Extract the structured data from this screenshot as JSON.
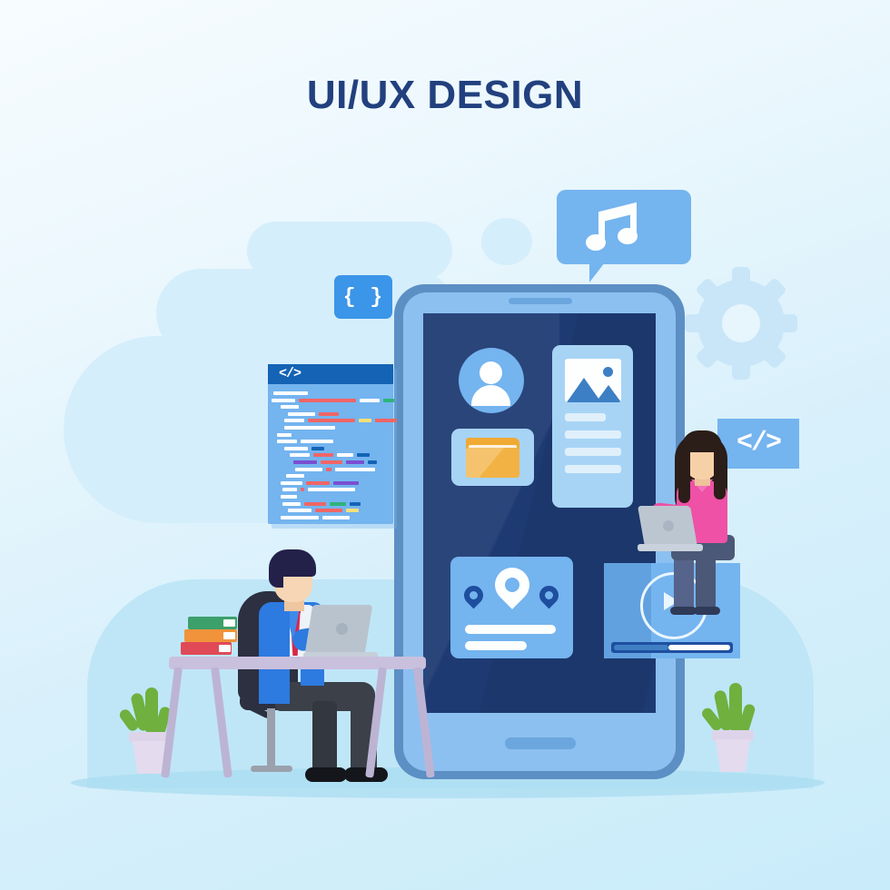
{
  "page": {
    "title": "UI/UX DESIGN",
    "theme": {
      "background_top": "#f7fcff",
      "background_bottom": "#c9ecfa",
      "title_color": "#22407e",
      "accent_blue": "#3b95e8",
      "light_blue": "#74b4ef",
      "screen_navy": "#1e3a72",
      "folder_orange": "#f2b244",
      "tie_red": "#d8264b",
      "blouse_pink": "#ee51a5",
      "plant_green": "#6fb03f"
    }
  },
  "badges": {
    "braces": "{ }",
    "code_tag": "</>",
    "editor_tag": "</>"
  },
  "phone": {
    "name": "smartphone-mockup",
    "widgets": {
      "avatar": "profile-avatar",
      "folder": "folder-card",
      "image_card": "image-article-card",
      "map_card": "map-location-card",
      "video_card": "video-player-card"
    },
    "video_progress_percent": 45
  },
  "code_editor": {
    "header_label": "</>",
    "lines": [
      [
        {
          "w": 38,
          "c": "#ffffff"
        }
      ],
      [
        {
          "w": 26,
          "c": "#ffffff"
        },
        {
          "w": 63,
          "c": "#f06565"
        },
        {
          "w": 22,
          "c": "#ffffff"
        },
        {
          "w": 12,
          "c": "#2fb37a"
        }
      ],
      [
        {
          "w": 20,
          "c": "#ffffff"
        }
      ],
      [
        {
          "w": 30,
          "c": "#ffffff"
        },
        {
          "w": 22,
          "c": "#f06565"
        }
      ],
      [
        {
          "w": 22,
          "c": "#ffffff"
        },
        {
          "w": 52,
          "c": "#f06565"
        },
        {
          "w": 14,
          "c": "#f3e07a"
        },
        {
          "w": 24,
          "c": "#f06565"
        }
      ],
      [
        {
          "w": 56,
          "c": "#ffffff"
        }
      ],
      [
        {
          "w": 16,
          "c": "#ffffff"
        }
      ],
      [
        {
          "w": 22,
          "c": "#ffffff"
        },
        {
          "w": 36,
          "c": "#ffffff"
        }
      ],
      [
        {
          "w": 26,
          "c": "#ffffff"
        },
        {
          "w": 14,
          "c": "#1463b5"
        }
      ],
      [
        {
          "w": 22,
          "c": "#ffffff"
        },
        {
          "w": 22,
          "c": "#f06565"
        },
        {
          "w": 18,
          "c": "#ffffff"
        },
        {
          "w": 14,
          "c": "#1463b5"
        }
      ],
      [
        {
          "w": 26,
          "c": "#7b4fd0"
        },
        {
          "w": 24,
          "c": "#f06565"
        },
        {
          "w": 20,
          "c": "#7b4fd0"
        },
        {
          "w": 10,
          "c": "#1463b5"
        }
      ],
      [
        {
          "w": 30,
          "c": "#ffffff"
        },
        {
          "w": 6,
          "c": "#f06565"
        },
        {
          "w": 44,
          "c": "#ffffff"
        }
      ],
      [
        {
          "w": 20,
          "c": "#ffffff"
        }
      ],
      [
        {
          "w": 24,
          "c": "#ffffff"
        },
        {
          "w": 26,
          "c": "#f06565"
        },
        {
          "w": 28,
          "c": "#7b4fd0"
        }
      ],
      [
        {
          "w": 16,
          "c": "#ffffff"
        },
        {
          "w": 4,
          "c": "#f06565"
        },
        {
          "w": 52,
          "c": "#ffffff"
        }
      ],
      [
        {
          "w": 18,
          "c": "#ffffff"
        }
      ],
      [
        {
          "w": 20,
          "c": "#ffffff"
        },
        {
          "w": 24,
          "c": "#f06565"
        },
        {
          "w": 18,
          "c": "#2fb37a"
        },
        {
          "w": 12,
          "c": "#1463b5"
        }
      ],
      [
        {
          "w": 26,
          "c": "#ffffff"
        },
        {
          "w": 30,
          "c": "#f06565"
        },
        {
          "w": 14,
          "c": "#f3e07a"
        }
      ],
      [
        {
          "w": 42,
          "c": "#ffffff"
        },
        {
          "w": 30,
          "c": "#ffffff"
        }
      ]
    ]
  },
  "characters": {
    "man": {
      "name": "man-working-at-desk",
      "outfit": "blue-suit-red-tie",
      "device": "laptop"
    },
    "woman": {
      "name": "woman-with-laptop",
      "outfit": "pink-blouse-jeans",
      "device": "laptop"
    }
  },
  "props": {
    "books": [
      {
        "color": "#3ca06a",
        "label": "book-green"
      },
      {
        "color": "#f0933a",
        "label": "book-orange"
      },
      {
        "color": "#e04a57",
        "label": "book-red"
      }
    ],
    "plants": [
      "plant-left",
      "plant-right"
    ],
    "gear": "settings-gear-icon",
    "music_bubble": "music-note-bubble"
  }
}
